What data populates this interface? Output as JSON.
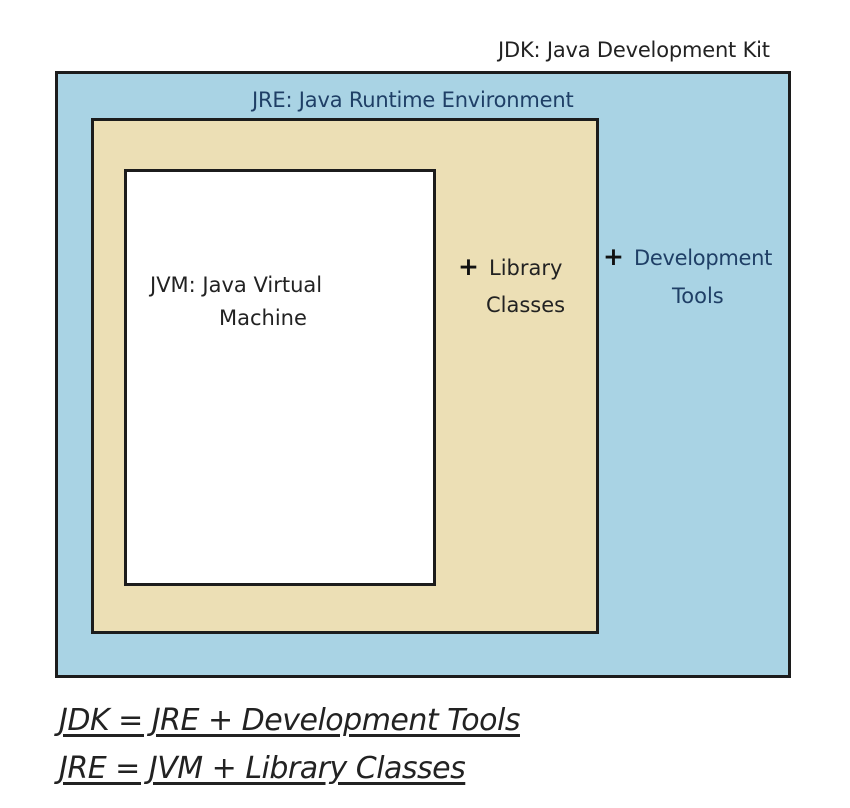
{
  "jdk": {
    "label": "JDK: Java Development Kit",
    "color": "#a9d3e4",
    "addition_plus": "+",
    "addition_line1": "Development",
    "addition_line2": "Tools"
  },
  "jre": {
    "label": "JRE: Java Runtime Environment",
    "color": "#ecdfb5",
    "addition_plus": "+",
    "addition_line1": "Library",
    "addition_line2": "Classes"
  },
  "jvm": {
    "label_line1": "JVM:  Java Virtual",
    "label_line2": "Machine",
    "color": "#ffffff"
  },
  "equations": [
    "JDK = JRE + Development Tools",
    "JRE = JVM + Library Classes"
  ]
}
